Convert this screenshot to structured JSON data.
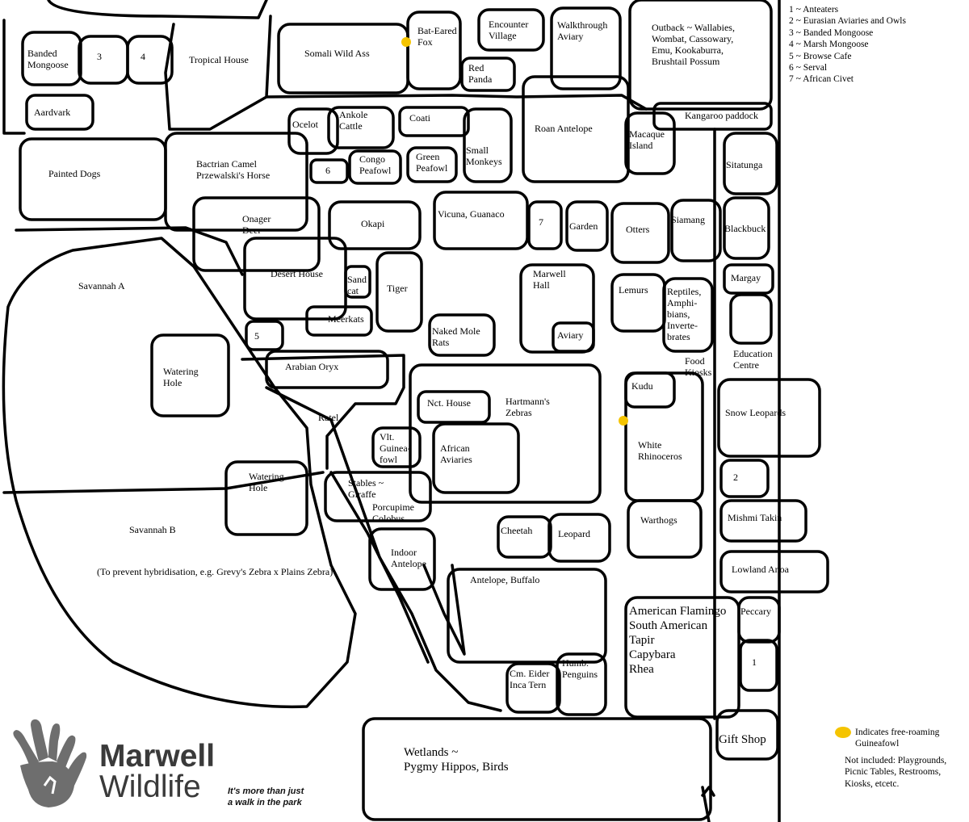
{
  "map": {
    "enclosures": [
      {
        "name": "banded-mongoose",
        "lines": [
          "Banded",
          "Mongoose"
        ]
      },
      {
        "name": "enclosure-3",
        "lines": [
          "3"
        ]
      },
      {
        "name": "enclosure-4",
        "lines": [
          "4"
        ]
      },
      {
        "name": "tropical-house",
        "lines": [
          "Tropical House"
        ]
      },
      {
        "name": "aardvark",
        "lines": [
          "Aardvark"
        ]
      },
      {
        "name": "painted-dogs",
        "lines": [
          "Painted Dogs"
        ]
      },
      {
        "name": "bactrian-camel",
        "lines": [
          "Bactrian Camel",
          "",
          "Przewalski's Horse"
        ]
      },
      {
        "name": "onager-deer",
        "lines": [
          "Onager",
          "Deer"
        ]
      },
      {
        "name": "somali-wild-ass",
        "lines": [
          "Somali Wild Ass"
        ]
      },
      {
        "name": "bat-eared-fox",
        "lines": [
          "Bat-Eared",
          "Fox"
        ]
      },
      {
        "name": "encounter-village",
        "lines": [
          "Encounter",
          "Village"
        ]
      },
      {
        "name": "walkthrough-aviary",
        "lines": [
          "Walkthrough",
          "Aviary"
        ]
      },
      {
        "name": "red-panda",
        "lines": [
          "Red",
          "Panda"
        ]
      },
      {
        "name": "outback",
        "lines": [
          "Outback ~ Wallabies,",
          "Wombat, Cassowary,",
          "Emu, Kookaburra,",
          "Brushtail Possum"
        ]
      },
      {
        "name": "kangaroo-paddock",
        "lines": [
          "Kangaroo paddock"
        ]
      },
      {
        "name": "ocelot",
        "lines": [
          "Ocelot"
        ]
      },
      {
        "name": "ankole-cattle",
        "lines": [
          "Ankole",
          "Cattle"
        ]
      },
      {
        "name": "coati",
        "lines": [
          "Coati"
        ]
      },
      {
        "name": "small-monkeys",
        "lines": [
          "Small",
          "Monkeys"
        ]
      },
      {
        "name": "roan-antelope",
        "lines": [
          "Roan Antelope"
        ]
      },
      {
        "name": "macaque-island",
        "lines": [
          "Macaque",
          "Island"
        ]
      },
      {
        "name": "sitatunga",
        "lines": [
          "Sitatunga"
        ]
      },
      {
        "name": "enclosure-6",
        "lines": [
          "6"
        ]
      },
      {
        "name": "congo-peafowl",
        "lines": [
          "Congo",
          "Peafowl"
        ]
      },
      {
        "name": "green-peafowl",
        "lines": [
          "Green",
          "Peafowl"
        ]
      },
      {
        "name": "okapi",
        "lines": [
          "Okapi"
        ]
      },
      {
        "name": "vicuna-guanaco",
        "lines": [
          "Vicuna, Guanaco"
        ]
      },
      {
        "name": "enclosure-7",
        "lines": [
          "7"
        ]
      },
      {
        "name": "garden",
        "lines": [
          "Garden"
        ]
      },
      {
        "name": "otters",
        "lines": [
          "Otters"
        ]
      },
      {
        "name": "siamang",
        "lines": [
          "Siamang"
        ]
      },
      {
        "name": "blackbuck",
        "lines": [
          "Blackbuck"
        ]
      },
      {
        "name": "desert-house",
        "lines": [
          "Desert House"
        ]
      },
      {
        "name": "sand-cat",
        "lines": [
          "Sand",
          "cat"
        ]
      },
      {
        "name": "tiger",
        "lines": [
          "Tiger"
        ]
      },
      {
        "name": "meerkats",
        "lines": [
          "Meerkats"
        ]
      },
      {
        "name": "enclosure-5",
        "lines": [
          "5"
        ]
      },
      {
        "name": "naked-mole-rats",
        "lines": [
          "Naked Mole",
          "Rats"
        ]
      },
      {
        "name": "marwell-hall",
        "lines": [
          "Marwell",
          "Hall"
        ]
      },
      {
        "name": "aviary",
        "lines": [
          "Aviary"
        ]
      },
      {
        "name": "lemurs",
        "lines": [
          "Lemurs"
        ]
      },
      {
        "name": "reptiles",
        "lines": [
          "Reptiles,",
          "Amphi-",
          "bians,",
          "Inverte-",
          "brates"
        ]
      },
      {
        "name": "margay",
        "lines": [
          "Margay"
        ]
      },
      {
        "name": "education-centre",
        "lines": [
          "Education",
          "Centre"
        ]
      },
      {
        "name": "food-kiosks",
        "lines": [
          "Food",
          "Kiosks"
        ]
      },
      {
        "name": "savannah-a",
        "lines": [
          "Savannah A"
        ]
      },
      {
        "name": "watering-hole-a",
        "lines": [
          "Watering",
          "Hole"
        ]
      },
      {
        "name": "arabian-oryx",
        "lines": [
          "Arabian Oryx"
        ]
      },
      {
        "name": "ratel",
        "lines": [
          "Ratel"
        ]
      },
      {
        "name": "hartmanns-zebras",
        "lines": [
          "Hartmann's",
          "Zebras"
        ]
      },
      {
        "name": "nocturnal-house",
        "lines": [
          "Nct. House"
        ]
      },
      {
        "name": "vulturine-guineafowl",
        "lines": [
          "Vlt.",
          "Guinea-",
          "fowl"
        ]
      },
      {
        "name": "african-aviaries",
        "lines": [
          "African",
          "Aviaries"
        ]
      },
      {
        "name": "kudu",
        "lines": [
          "Kudu"
        ]
      },
      {
        "name": "white-rhinoceros",
        "lines": [
          "White",
          "Rhinoceros"
        ]
      },
      {
        "name": "snow-leopards",
        "lines": [
          "Snow Leopards"
        ]
      },
      {
        "name": "enclosure-2",
        "lines": [
          "2"
        ]
      },
      {
        "name": "watering-hole-b",
        "lines": [
          "Watering",
          "Hole"
        ]
      },
      {
        "name": "stables-giraffe",
        "lines": [
          "Stables ~",
          "Giraffe"
        ]
      },
      {
        "name": "porcupine-colobus",
        "lines": [
          "Porcupime",
          "Colobus"
        ]
      },
      {
        "name": "savannah-b",
        "lines": [
          "Savannah B"
        ]
      },
      {
        "name": "savannah-b-note",
        "lines": [
          "(To prevent hybridisation, e.g. Grevy's Zebra x Plains Zebra)"
        ]
      },
      {
        "name": "indoor-antelope",
        "lines": [
          "Indoor",
          "Antelope"
        ]
      },
      {
        "name": "cheetah",
        "lines": [
          "Cheetah"
        ]
      },
      {
        "name": "leopard",
        "lines": [
          "Leopard"
        ]
      },
      {
        "name": "warthogs",
        "lines": [
          "Warthogs"
        ]
      },
      {
        "name": "mishmi-takin",
        "lines": [
          "Mishmi Takin"
        ]
      },
      {
        "name": "lowland-anoa",
        "lines": [
          "Lowland Anoa"
        ]
      },
      {
        "name": "antelope-buffalo",
        "lines": [
          "Antelope, Buffalo"
        ]
      },
      {
        "name": "american-flamingo",
        "lines": [
          "American Flamingo",
          "South American",
          "Tapir",
          "Capybara",
          "Rhea"
        ]
      },
      {
        "name": "peccary",
        "lines": [
          "Peccary"
        ]
      },
      {
        "name": "enclosure-1",
        "lines": [
          "1"
        ]
      },
      {
        "name": "eider-tern",
        "lines": [
          "Cm. Eider",
          "Inca Tern"
        ]
      },
      {
        "name": "humboldt-penguins",
        "lines": [
          "Humb.",
          "Penguins"
        ]
      },
      {
        "name": "gift-shop",
        "lines": [
          "Gift Shop"
        ]
      },
      {
        "name": "wetlands",
        "lines": [
          "Wetlands ~",
          "Pygmy Hippos, Birds"
        ]
      }
    ]
  },
  "key": {
    "items": [
      "1 ~ Anteaters",
      "2 ~ Eurasian Aviaries and Owls",
      "3 ~ Banded Mongoose",
      "4 ~ Marsh Mongoose",
      "5 ~ Browse Cafe",
      "6 ~ Serval",
      "7 ~ African Civet"
    ]
  },
  "notes": {
    "guineafowl": "Indicates free-roaming Guineafowl",
    "not_included": "Not included: Playgrounds, Picnic Tables, Restrooms, Kiosks, etcetc."
  },
  "logo": {
    "brand_line1": "Marwell",
    "brand_line2": "Wildlife",
    "tagline_line1": "It's more than just",
    "tagline_line2": "a walk in the park"
  },
  "colors": {
    "guineafowl_marker": "#f5c400",
    "logo_gray": "#6e6e6e"
  }
}
